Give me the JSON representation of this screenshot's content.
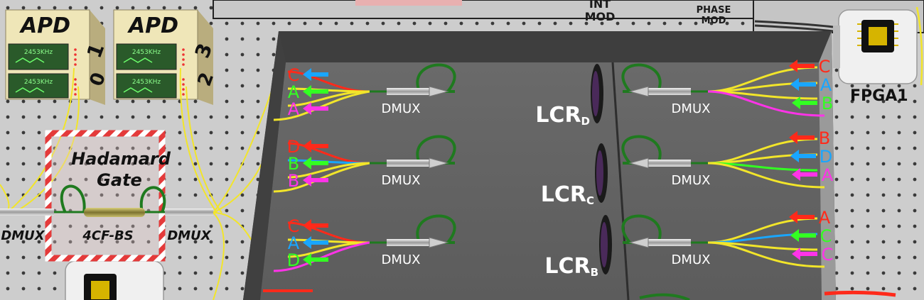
{
  "top_labels": {
    "int_mod": [
      "INT",
      "MOD"
    ],
    "phase_mod": [
      "PHASE",
      "MOD"
    ]
  },
  "fpga_label": "FPGA1",
  "apd": [
    {
      "title": "APD",
      "digits": [
        "1",
        "0"
      ],
      "readouts": [
        "2453KHz",
        "2453KHz"
      ]
    },
    {
      "title": "APD",
      "digits": [
        "3",
        "2"
      ],
      "readouts": [
        "2453KHz",
        "2453KHz"
      ]
    }
  ],
  "hadamard": {
    "line1": "Hadamard",
    "line2": "Gate",
    "splitter": "4CF-BS"
  },
  "dmux_outer": [
    "DMUX",
    "DMUX"
  ],
  "left_groups": [
    {
      "dmux": "DMUX",
      "labels": [
        "C",
        "A",
        "A"
      ]
    },
    {
      "dmux": "DMUX",
      "labels": [
        "D",
        "B",
        "B"
      ]
    },
    {
      "dmux": "DMUX",
      "labels": [
        "C",
        "A",
        "D"
      ]
    }
  ],
  "right_groups": [
    {
      "dmux": "DMUX",
      "labels": [
        "C",
        "A",
        "B"
      ]
    },
    {
      "dmux": "DMUX",
      "labels": [
        "B",
        "D",
        "A"
      ]
    },
    {
      "dmux": "DMUX",
      "labels": [
        "A",
        "C",
        "C"
      ]
    }
  ],
  "lcr": [
    {
      "main": "LCR",
      "sub": "D"
    },
    {
      "main": "LCR",
      "sub": "C"
    },
    {
      "main": "LCR",
      "sub": "B"
    }
  ],
  "colors": {
    "red": "#ff2a1a",
    "blue": "#19a6ff",
    "green": "#33ff22",
    "magenta": "#ff33e8",
    "yellow": "#f2e52a",
    "fiber_green": "#1f7a1f",
    "board": "#cfcfcf",
    "panel": "#5a5a5a",
    "panel_floor": "#6b6b6b"
  }
}
